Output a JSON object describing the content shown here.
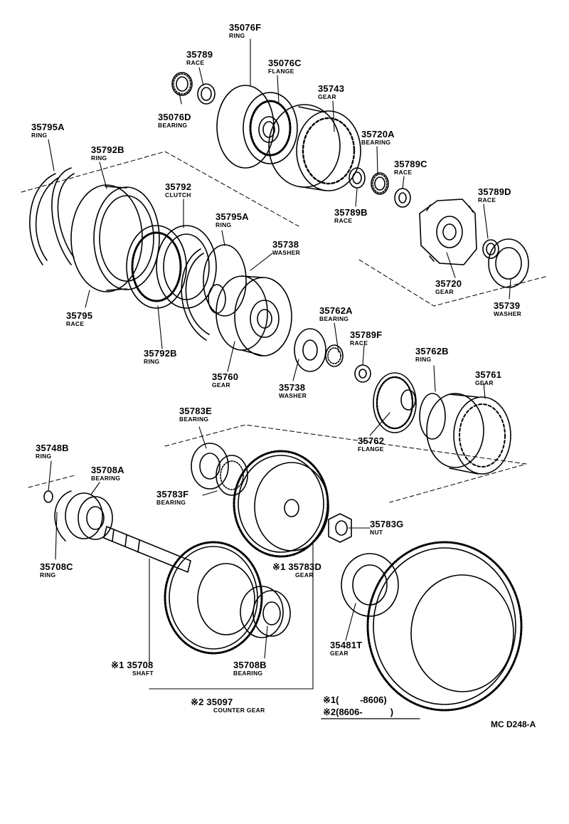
{
  "parts": [
    {
      "id": "p-35076F",
      "number": "35076F",
      "name": "RING"
    },
    {
      "id": "p-35789",
      "number": "35789",
      "name": "RACE"
    },
    {
      "id": "p-35076C",
      "number": "35076C",
      "name": "FLANGE"
    },
    {
      "id": "p-35076D",
      "number": "35076D",
      "name": "BEARING"
    },
    {
      "id": "p-35743",
      "number": "35743",
      "name": "GEAR"
    },
    {
      "id": "p-35720A",
      "number": "35720A",
      "name": "BEARING"
    },
    {
      "id": "p-35789C",
      "number": "35789C",
      "name": "RACE"
    },
    {
      "id": "p-35789D",
      "number": "35789D",
      "name": "RACE"
    },
    {
      "id": "p-35789B",
      "number": "35789B",
      "name": "RACE"
    },
    {
      "id": "p-35720",
      "number": "35720",
      "name": "GEAR"
    },
    {
      "id": "p-35739",
      "number": "35739",
      "name": "WASHER"
    },
    {
      "id": "p-35795A-1",
      "number": "35795A",
      "name": "RING"
    },
    {
      "id": "p-35792B-1",
      "number": "35792B",
      "name": "RING"
    },
    {
      "id": "p-35792",
      "number": "35792",
      "name": "CLUTCH"
    },
    {
      "id": "p-35795A-2",
      "number": "35795A",
      "name": "RING"
    },
    {
      "id": "p-35738-1",
      "number": "35738",
      "name": "WASHER"
    },
    {
      "id": "p-35795",
      "number": "35795",
      "name": "RACE"
    },
    {
      "id": "p-35792B-2",
      "number": "35792B",
      "name": "RING"
    },
    {
      "id": "p-35760",
      "number": "35760",
      "name": "GEAR"
    },
    {
      "id": "p-35762A",
      "number": "35762A",
      "name": "BEARING"
    },
    {
      "id": "p-35789F",
      "number": "35789F",
      "name": "RACE"
    },
    {
      "id": "p-35738-2",
      "number": "35738",
      "name": "WASHER"
    },
    {
      "id": "p-35762B",
      "number": "35762B",
      "name": "RING"
    },
    {
      "id": "p-35761",
      "number": "35761",
      "name": "GEAR"
    },
    {
      "id": "p-35762",
      "number": "35762",
      "name": "FLANGE"
    },
    {
      "id": "p-35783E",
      "number": "35783E",
      "name": "BEARING"
    },
    {
      "id": "p-35748B",
      "number": "35748B",
      "name": "RING"
    },
    {
      "id": "p-35708A",
      "number": "35708A",
      "name": "BEARING"
    },
    {
      "id": "p-35783F",
      "number": "35783F",
      "name": "BEARING"
    },
    {
      "id": "p-35783G",
      "number": "35783G",
      "name": "NUT"
    },
    {
      "id": "p-35708C",
      "number": "35708C",
      "name": "RING"
    },
    {
      "id": "p-35783D",
      "number": "※1 35783D",
      "name": "GEAR"
    },
    {
      "id": "p-35481T",
      "number": "35481T",
      "name": "GEAR"
    },
    {
      "id": "p-35708B",
      "number": "35708B",
      "name": "BEARING"
    },
    {
      "id": "p-35708",
      "number": "※1 35708",
      "name": "SHAFT"
    },
    {
      "id": "p-35097",
      "number": "※2 35097",
      "name": "COUNTER GEAR"
    }
  ],
  "legend": {
    "note1": "※1(　　 -8606)",
    "note2": "※2(8606-　　　)"
  },
  "diagram_code": "MC  D248-A"
}
